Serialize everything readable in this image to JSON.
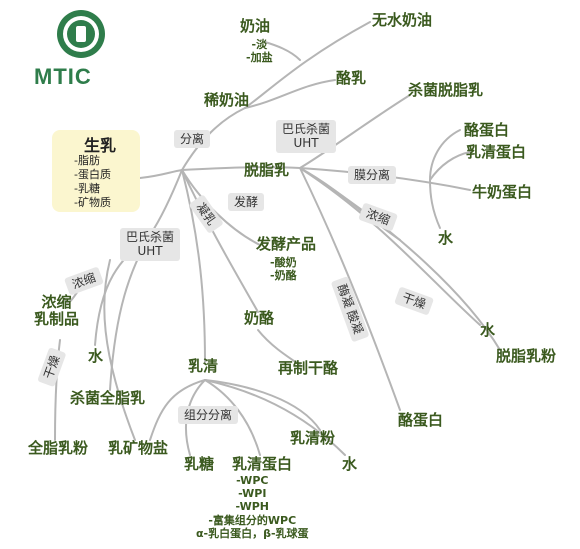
{
  "logo": {
    "text": "MTIC"
  },
  "raw": {
    "title": "生乳",
    "items": [
      "-脂肪",
      "-蛋白质",
      "-乳糖",
      "-矿物质"
    ]
  },
  "processes": {
    "separation": "分离",
    "pasteur_uht_top_1": "巴氏杀菌",
    "pasteur_uht_top_2": "UHT",
    "membrane_separation": "膜分离",
    "concentrate_right": "浓缩",
    "ferment": "发酵",
    "coagulate": "凝乳",
    "pasteur_uht_left_1": "巴氏杀菌",
    "pasteur_uht_left_2": "UHT",
    "concentrate_left": "浓缩",
    "dry_left": "干燥",
    "dry_right": "干燥",
    "enzyme_acid": "酶凝 酸凝",
    "component_separation": "组分分离"
  },
  "products": {
    "butter": "奶油",
    "butter_sub": [
      "-淡",
      "-加盐"
    ],
    "anhydrous_butter": "无水奶油",
    "thin_cream": "稀奶油",
    "buttermilk": "酪乳",
    "sterile_skim": "杀菌脱脂乳",
    "skim_milk": "脱脂乳",
    "casein_top": "酪蛋白",
    "whey_protein_top": "乳清蛋白",
    "milk_protein": "牛奶蛋白",
    "water_right": "水",
    "fermented": "发酵产品",
    "fermented_sub": [
      "-酸奶",
      "-奶酪"
    ],
    "concentrated_dairy_1": "浓缩",
    "concentrated_dairy_2": "乳制品",
    "water_left": "水",
    "cheese": "奶酪",
    "processed_cheese": "再制干酪",
    "water_mid": "水",
    "skim_powder": "脱脂乳粉",
    "sterile_whole": "杀菌全脂乳",
    "whey": "乳清",
    "casein_bottom": "酪蛋白",
    "whole_powder": "全脂乳粉",
    "milk_minerals": "乳矿物盐",
    "whey_powder": "乳清粉",
    "lactose": "乳糖",
    "whey_protein": "乳清蛋白",
    "water_bottom": "水",
    "whey_protein_sub": [
      "-WPC",
      "-WPI",
      "-WPH",
      "-富集组分的WPC",
      "α-乳白蛋白，β-乳球蛋"
    ]
  },
  "colors": {
    "text": "#3b5a1f",
    "line": "#b5b5b5",
    "process_bg": "#e6e6e6",
    "raw_bg": "#fbf6cf",
    "logo": "#2f7d4b"
  }
}
